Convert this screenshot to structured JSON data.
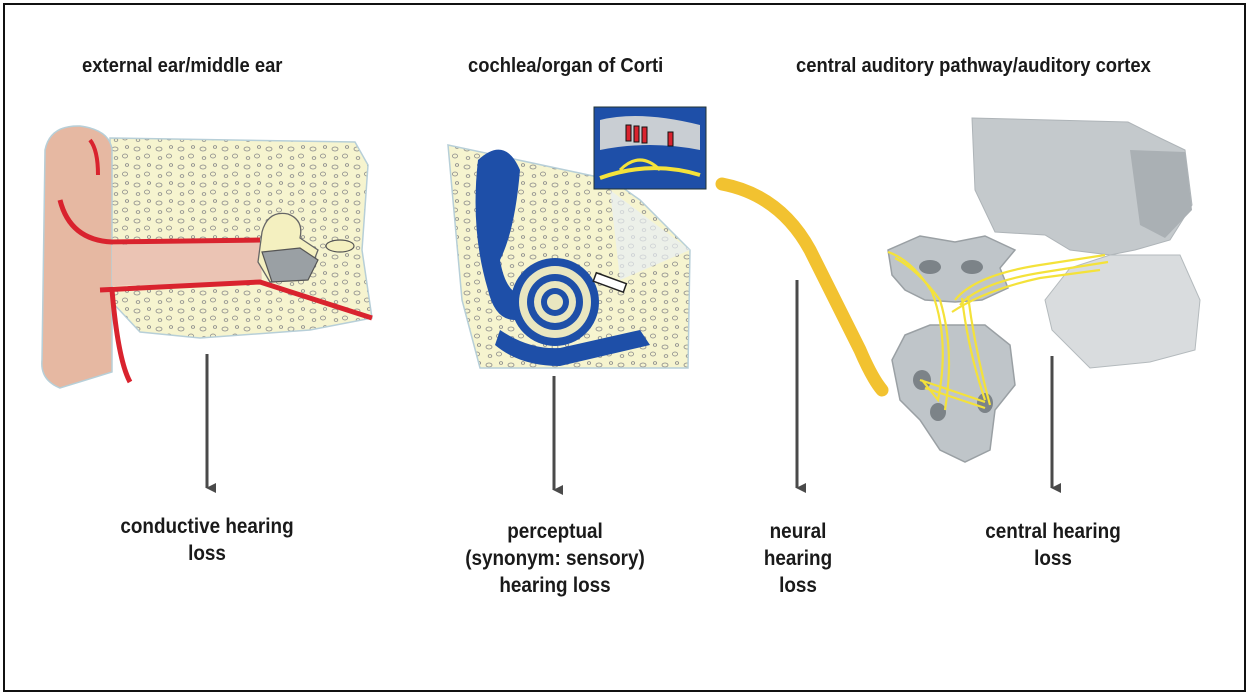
{
  "regions": [
    {
      "title": "external ear/middle ear",
      "outcome": [
        "conductive hearing",
        "loss"
      ]
    },
    {
      "title": "cochlea/organ of Corti",
      "outcome": [
        "perceptual",
        "(synonym: sensory)",
        "hearing loss"
      ]
    },
    {
      "title": "central auditory pathway/auditory cortex",
      "outcome": [
        "central hearing",
        "loss"
      ]
    }
  ],
  "neural": {
    "outcome": [
      "neural",
      "hearing",
      "loss"
    ]
  },
  "colors": {
    "bone": "#f6f4cf",
    "blue": "#1e4fa8",
    "red": "#d9232e",
    "skin": "#e6b8a2",
    "nerve": "#f2c230",
    "tract": "#f4e23a",
    "grey": "#9aa2a6",
    "arrow": "#4a4a4a"
  }
}
